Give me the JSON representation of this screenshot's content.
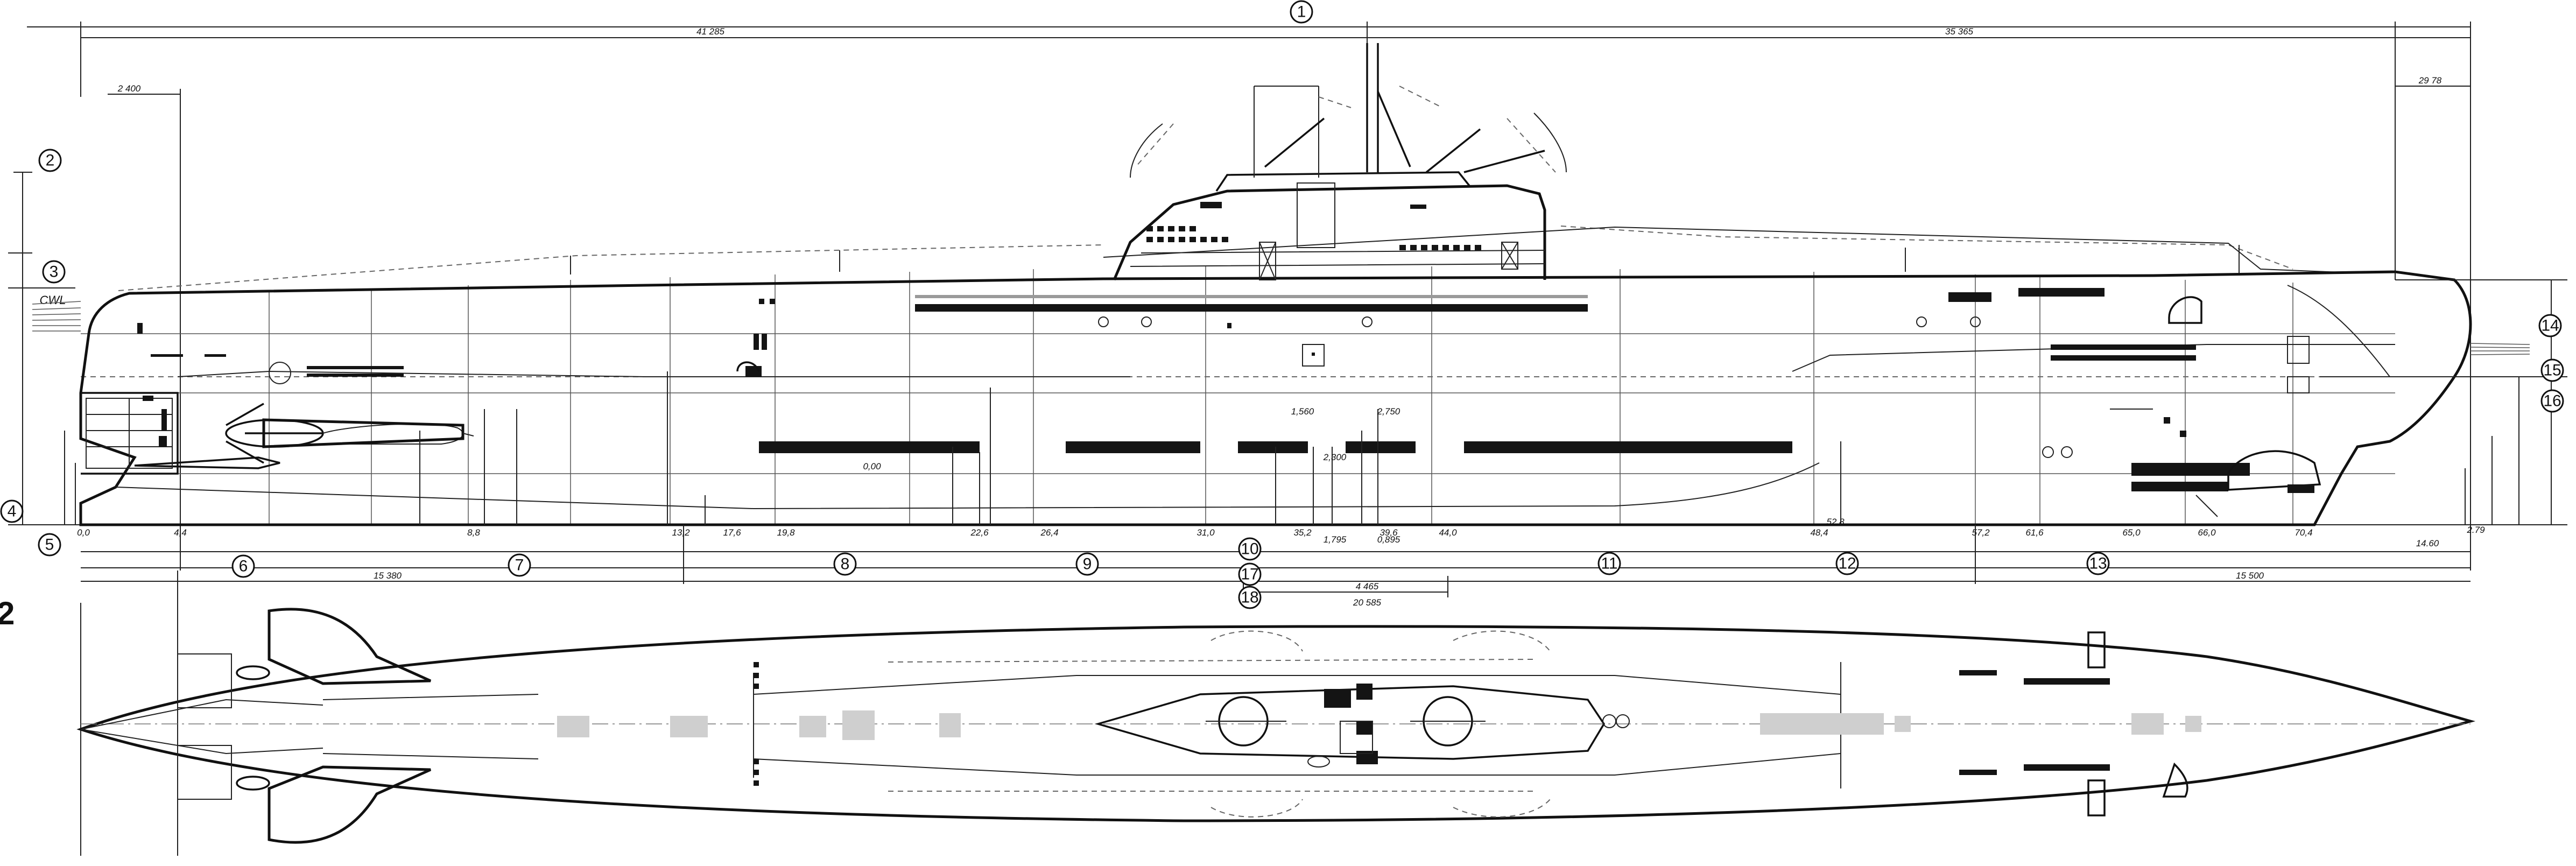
{
  "callouts": [
    {
      "id": "1",
      "label": "1"
    },
    {
      "id": "2",
      "label": "2"
    },
    {
      "id": "3",
      "label": "3"
    },
    {
      "id": "4",
      "label": "4"
    },
    {
      "id": "5",
      "label": "5"
    },
    {
      "id": "6",
      "label": "6"
    },
    {
      "id": "7",
      "label": "7"
    },
    {
      "id": "8",
      "label": "8"
    },
    {
      "id": "9",
      "label": "9"
    },
    {
      "id": "10",
      "label": "10"
    },
    {
      "id": "11",
      "label": "11"
    },
    {
      "id": "12",
      "label": "12"
    },
    {
      "id": "13",
      "label": "13"
    },
    {
      "id": "14",
      "label": "14"
    },
    {
      "id": "15",
      "label": "15"
    },
    {
      "id": "16",
      "label": "16"
    },
    {
      "id": "17",
      "label": "17"
    },
    {
      "id": "18",
      "label": "18"
    }
  ],
  "view_label": "2",
  "dimensions": {
    "left_overall": "41 285",
    "right_overall": "35 365",
    "stern_offset": "2 400",
    "bow_offset": "29 78",
    "tower_length": "20 585",
    "tower_span": "4 465",
    "lower_left": "15 380",
    "lower_right": "15 500",
    "cwl_label": "CWL",
    "bow_height": "14.60",
    "bow_tip": "2.79"
  },
  "frame_stations": [
    "0,0",
    "4,4",
    "8,8",
    "13,2",
    "17,6",
    "19,8",
    "22,6",
    "26,4",
    "31,0",
    "35,2",
    "39,6",
    "44,0",
    "48,4",
    "52,8",
    "57,2",
    "61,6",
    "65,0",
    "66,0",
    "70,4"
  ],
  "station_dims": [
    "0,00",
    "2,300",
    "1,795",
    "0,895",
    "2,750",
    "1,560"
  ]
}
